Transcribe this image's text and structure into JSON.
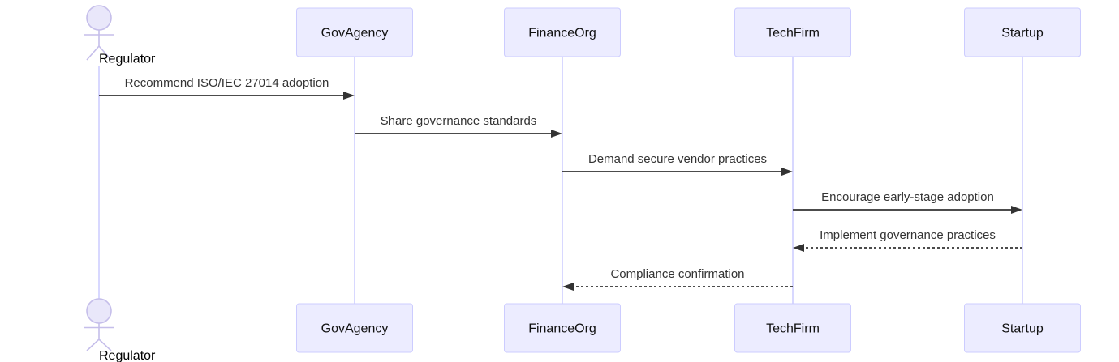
{
  "diagram": {
    "type": "sequence-diagram",
    "actors": [
      {
        "name": "Regulator",
        "kind": "actor"
      },
      {
        "name": "GovAgency",
        "kind": "participant"
      },
      {
        "name": "FinanceOrg",
        "kind": "participant"
      },
      {
        "name": "TechFirm",
        "kind": "participant"
      },
      {
        "name": "Startup",
        "kind": "participant"
      }
    ],
    "messages": [
      {
        "from": "Regulator",
        "to": "GovAgency",
        "text": "Recommend ISO/IEC 27014 adoption",
        "line": "solid",
        "direction": "right"
      },
      {
        "from": "GovAgency",
        "to": "FinanceOrg",
        "text": "Share governance standards",
        "line": "solid",
        "direction": "right"
      },
      {
        "from": "FinanceOrg",
        "to": "TechFirm",
        "text": "Demand secure vendor practices",
        "line": "solid",
        "direction": "right"
      },
      {
        "from": "TechFirm",
        "to": "Startup",
        "text": "Encourage early-stage adoption",
        "line": "solid",
        "direction": "right"
      },
      {
        "from": "Startup",
        "to": "TechFirm",
        "text": "Implement governance practices",
        "line": "dashed",
        "direction": "left"
      },
      {
        "from": "TechFirm",
        "to": "FinanceOrg",
        "text": "Compliance confirmation",
        "line": "dashed",
        "direction": "left"
      }
    ],
    "colors": {
      "background": "#FFFFFF",
      "participant_fill": "#ECECFF",
      "participant_border": "#CCCCFF",
      "lifeline": "#CCCCFF",
      "actor_stroke": "#C5BEEA",
      "actor_head_fill": "#E9E7FA",
      "message_line": "#333333",
      "message_text": "#333333",
      "label_text": "#111111"
    }
  }
}
